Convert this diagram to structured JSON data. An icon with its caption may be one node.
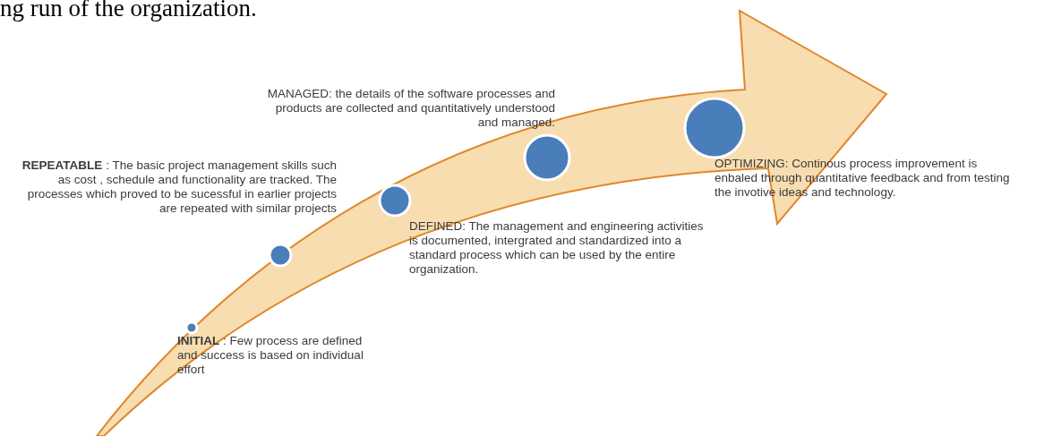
{
  "diagram": {
    "nodes": [
      {
        "text": [],
        "shape": "arrow"
      },
      {
        "text": [],
        "shape": "circle",
        "in": 0,
        "beside": [
          "**INITIAL** : Few process are defined and success is based on individual effort"
        ]
      },
      {
        "text": [],
        "shape": "circle",
        "in": 0,
        "beside": [
          "**REPEATABLE** : The basic project management skills  such as cost , schedule and functionality are tracked. The processes which proved to be sucessful in earlier projects are repeated with similar projects"
        ]
      },
      {
        "text": [],
        "shape": "circle",
        "in": 0,
        "beside": [
          "DEFINED: The management and engineering activities is documented, intergrated and standardized into a standard process which can be used by the entire organization."
        ]
      },
      {
        "text": [],
        "shape": "circle",
        "in": 0,
        "beside": [
          "MANAGED: the details of the software processes and products are collected  and quantitatively understood and managed."
        ]
      },
      {
        "text": [],
        "shape": "circle",
        "in": 0,
        "beside": [
          "OPTIMIZING: Continous process improvement is enbaled through quantitative feedback and from testing the invotive ideas and technology."
        ]
      }
    ],
    "labels": [
      "ng run of the organization."
    ]
  }
}
